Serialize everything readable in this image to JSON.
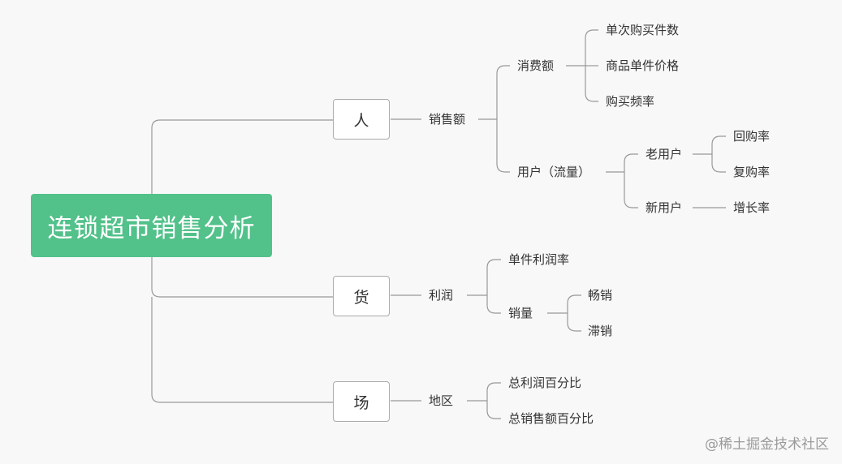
{
  "title": "连锁超市销售分析",
  "branches": {
    "ren": "人",
    "huo": "货",
    "chang": "场"
  },
  "ren": {
    "sales": "销售额",
    "consumption": "消费额",
    "consumption_items": [
      "单次购买件数",
      "商品单件价格",
      "购买频率"
    ],
    "users": "用户（流量）",
    "old_users": "老用户",
    "old_user_items": [
      "回购率",
      "复购率"
    ],
    "new_users": "新用户",
    "new_user_items": [
      "增长率"
    ]
  },
  "huo": {
    "profit": "利润",
    "unit_profit_rate": "单件利润率",
    "sales_volume": "销量",
    "sales_volume_items": [
      "畅销",
      "滞销"
    ]
  },
  "chang": {
    "region": "地区",
    "region_items": [
      "总利润百分比",
      "总销售额百分比"
    ]
  },
  "watermark": "@稀土掘金技术社区"
}
